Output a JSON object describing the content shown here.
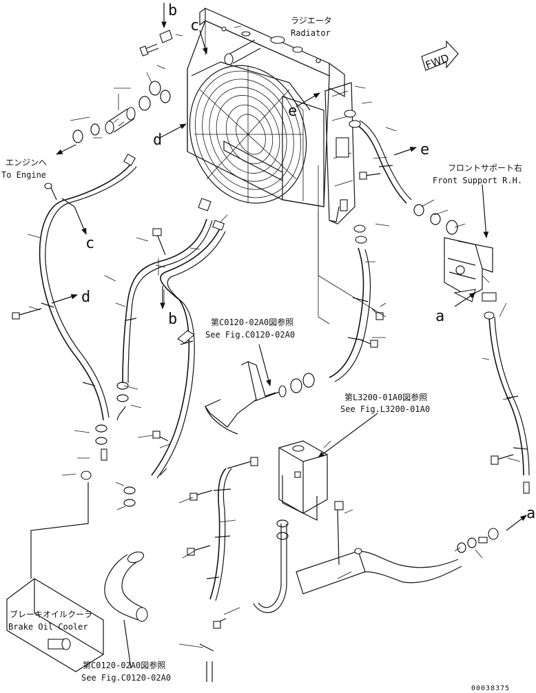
{
  "labels": {
    "radiator_jp": "ラジエータ",
    "radiator_en": "Radiator",
    "engine_jp": "エンジンへ",
    "engine_en": "To Engine",
    "front_support_jp": "フロントサポート右",
    "front_support_en": "Front Support R.H.",
    "brake_cooler_jp": "ブレーキオイルクーラ",
    "brake_cooler_en": "Brake Oil Cooler",
    "ref1_jp": "第C0120-02A0図参照",
    "ref1_en": "See Fig.C0120-02A0",
    "ref2_jp": "第L3200-01A0図参照",
    "ref2_en": "See Fig.L3200-01A0",
    "ref3_jp": "第C0120-02A0図参照",
    "ref3_en": "See Fig.C0120-02A0",
    "fwd": "FWD",
    "doc_number": "00038375"
  },
  "markers": {
    "a": "a",
    "b": "b",
    "c": "c",
    "d": "d",
    "e": "e"
  }
}
